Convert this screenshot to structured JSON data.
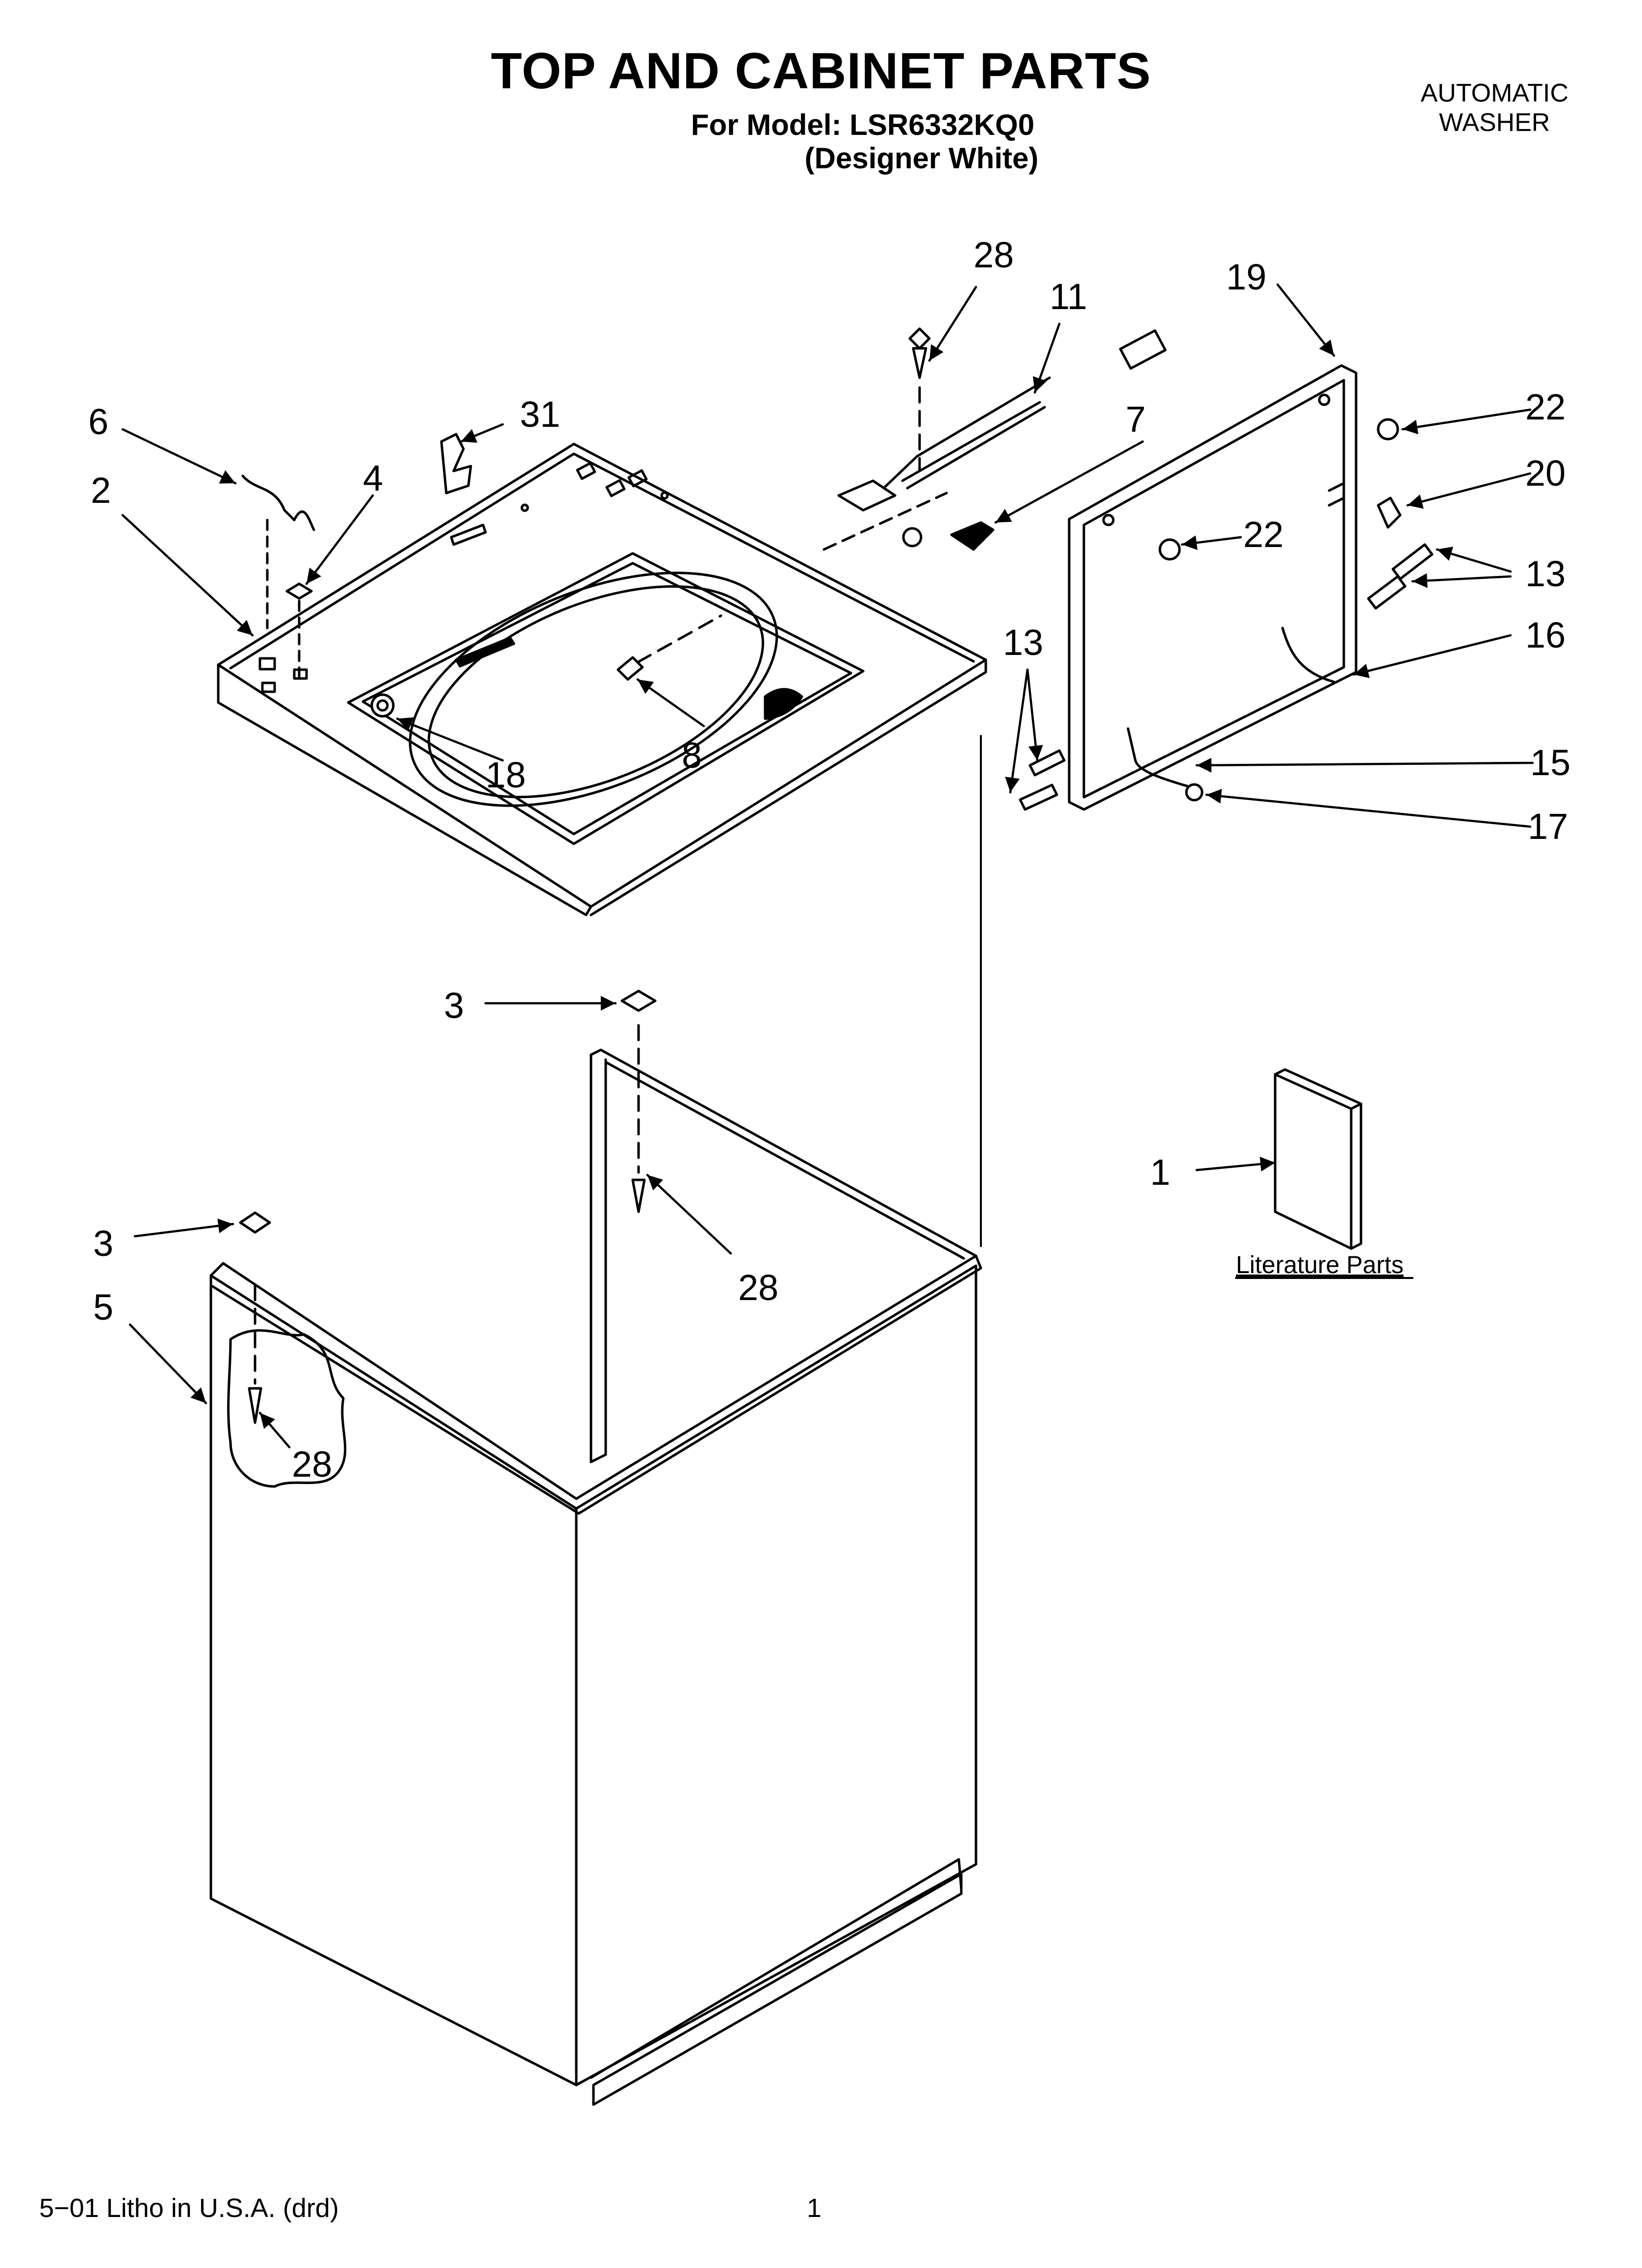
{
  "header": {
    "title": "TOP AND CABINET PARTS",
    "model_line": "For Model: LSR6332KQ0",
    "color_line": "(Designer White)",
    "appliance_line1": "AUTOMATIC",
    "appliance_line2": "WASHER"
  },
  "callouts": {
    "c28_a": "28",
    "c11": "11",
    "c19": "19",
    "c22_a": "22",
    "c20": "20",
    "c7": "7",
    "c22_b": "22",
    "c13_a": "13",
    "c13_b": "13",
    "c16": "16",
    "c15": "15",
    "c17": "17",
    "c6": "6",
    "c2": "2",
    "c31": "31",
    "c4": "4",
    "c8": "8",
    "c18": "18",
    "c3_a": "3",
    "c3_b": "3",
    "c5": "5",
    "c28_b": "28",
    "c28_c": "28",
    "c1": "1"
  },
  "literature_label": "Literature Parts",
  "footer": {
    "litho": "5−01 Litho in U.S.A. (drd)",
    "page": "1"
  }
}
